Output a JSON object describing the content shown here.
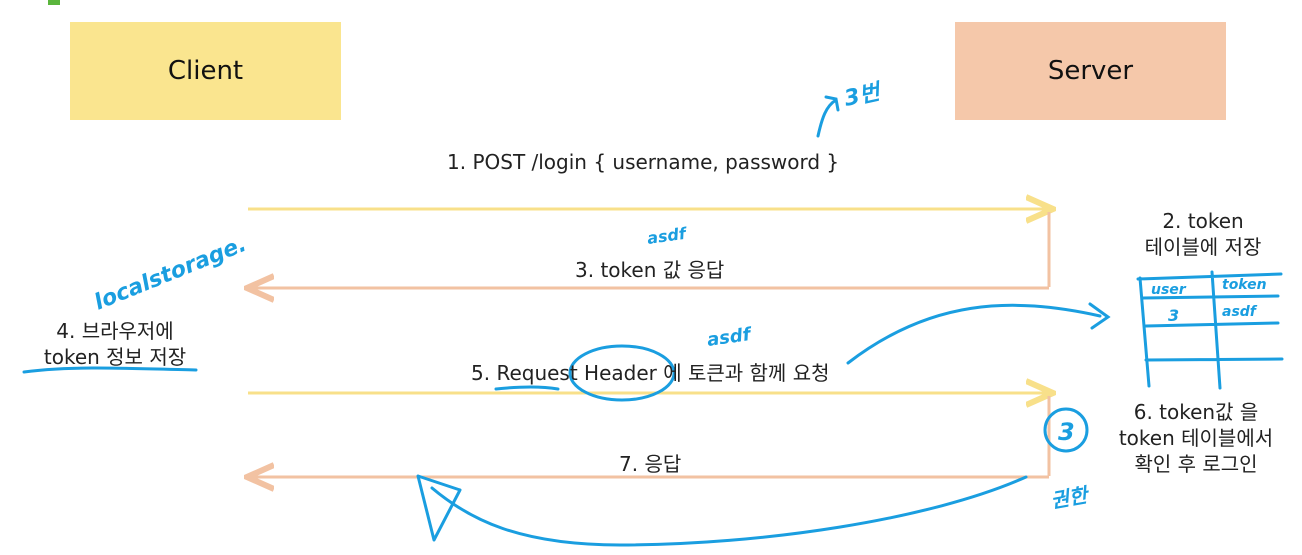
{
  "colors": {
    "client_box": "#fae58f",
    "server_box": "#f5c8aa",
    "request_arrow": "#f8e08a",
    "response_arrow": "#f2c2a2",
    "annotation_ink": "#1a9ee0",
    "corner_mark": "#5ab53c"
  },
  "client": {
    "label": "Client"
  },
  "server": {
    "label": "Server"
  },
  "messages": [
    {
      "text": "1. POST /login { username, password }"
    },
    {
      "text": "3. token 값 응답"
    },
    {
      "text": "5. Request Header 에 토큰과 함께 요청"
    },
    {
      "text": "7. 응답"
    }
  ],
  "server_steps": {
    "step2": [
      "2. token",
      "테이블에 저장"
    ],
    "step6": [
      "6. token값 을",
      "token 테이블에서",
      "확인 후 로그인"
    ]
  },
  "client_steps": {
    "step4": [
      "4. 브라우저에",
      "token 정보 저장"
    ]
  },
  "handwritten": {
    "top_note": "3번",
    "localstorage_note": "localstorage.",
    "token_value_1": "asdf",
    "token_value_2": "asdf",
    "circled_number": "3",
    "bottom_note": "권한",
    "table_headers": [
      "user",
      "token"
    ],
    "table_row": [
      "3",
      "asdf"
    ]
  }
}
